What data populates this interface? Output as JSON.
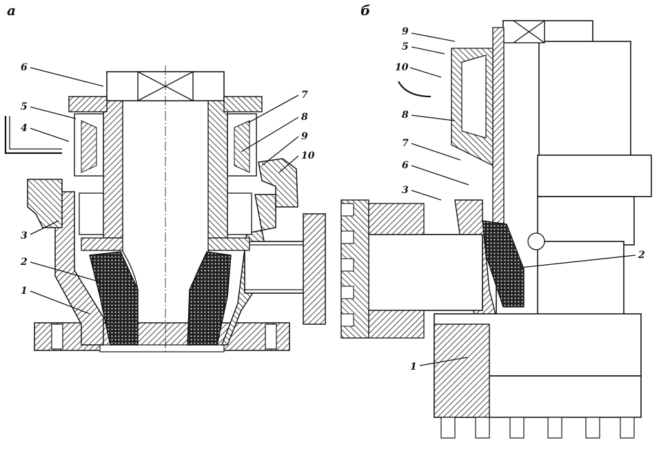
{
  "panels": [
    {
      "id": "a",
      "label": "а",
      "callouts": [
        {
          "text": "6"
        },
        {
          "text": "5"
        },
        {
          "text": "4"
        },
        {
          "text": "3"
        },
        {
          "text": "2"
        },
        {
          "text": "1"
        },
        {
          "text": "7"
        },
        {
          "text": "8"
        },
        {
          "text": "9"
        },
        {
          "text": "10"
        }
      ]
    },
    {
      "id": "b",
      "label": "б",
      "callouts": [
        {
          "text": "9"
        },
        {
          "text": "5"
        },
        {
          "text": "10"
        },
        {
          "text": "8"
        },
        {
          "text": "7"
        },
        {
          "text": "6"
        },
        {
          "text": "3"
        },
        {
          "text": "2"
        },
        {
          "text": "1"
        }
      ]
    }
  ]
}
